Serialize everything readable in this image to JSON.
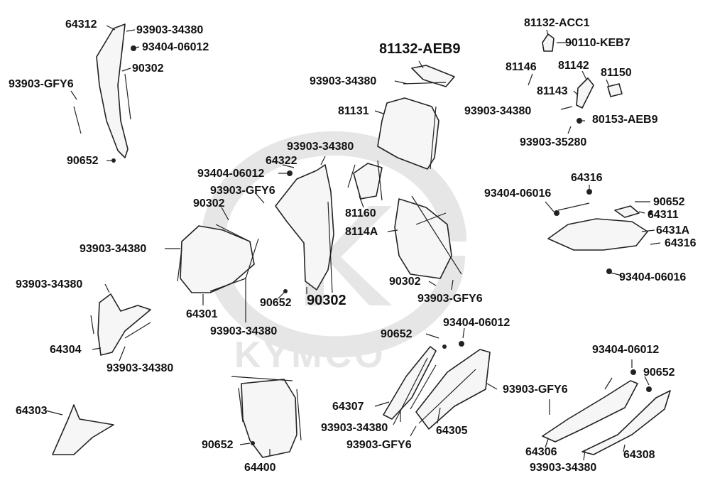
{
  "watermark": {
    "brand": "KYMCO",
    "color": "#e3e3e3"
  },
  "colors": {
    "ink": "#111111",
    "part_fill": "#f6f6f6",
    "line": "#222222"
  },
  "callouts": [
    {
      "id": "c01",
      "text": "64312"
    },
    {
      "id": "c02",
      "text": "93903-34380"
    },
    {
      "id": "c03",
      "text": "93404-06012"
    },
    {
      "id": "c04",
      "text": "90302"
    },
    {
      "id": "c05",
      "text": "93903-GFY6"
    },
    {
      "id": "c06",
      "text": "90652"
    },
    {
      "id": "c07",
      "text": "81132-AEB9"
    },
    {
      "id": "c08",
      "text": "93903-34380"
    },
    {
      "id": "c09",
      "text": "81131"
    },
    {
      "id": "c10",
      "text": "93903-34380"
    },
    {
      "id": "c11",
      "text": "64322"
    },
    {
      "id": "c12",
      "text": "93404-06012"
    },
    {
      "id": "c13",
      "text": "93903-GFY6"
    },
    {
      "id": "c14",
      "text": "90302"
    },
    {
      "id": "c15",
      "text": "93903-34380"
    },
    {
      "id": "c16",
      "text": "81160"
    },
    {
      "id": "c17",
      "text": "8114A"
    },
    {
      "id": "c18",
      "text": "90302"
    },
    {
      "id": "c19",
      "text": "93903-GFY6"
    },
    {
      "id": "c20",
      "text": "90652"
    },
    {
      "id": "c21",
      "text": "90302"
    },
    {
      "id": "c22",
      "text": "64301"
    },
    {
      "id": "c23",
      "text": "93903-34380"
    },
    {
      "id": "c24",
      "text": "93903-34380"
    },
    {
      "id": "c25",
      "text": "64304"
    },
    {
      "id": "c26",
      "text": "93903-34380"
    },
    {
      "id": "c27",
      "text": "64303"
    },
    {
      "id": "c28",
      "text": "90652"
    },
    {
      "id": "c29",
      "text": "64400"
    },
    {
      "id": "c30",
      "text": "90652"
    },
    {
      "id": "c31",
      "text": "93404-06012"
    },
    {
      "id": "c32",
      "text": "64307"
    },
    {
      "id": "c33",
      "text": "93903-34380"
    },
    {
      "id": "c34",
      "text": "93903-GFY6"
    },
    {
      "id": "c35",
      "text": "64305"
    },
    {
      "id": "c36",
      "text": "93903-GFY6"
    },
    {
      "id": "c37",
      "text": "81132-ACC1"
    },
    {
      "id": "c38",
      "text": "90110-KEB7"
    },
    {
      "id": "c39",
      "text": "81146"
    },
    {
      "id": "c40",
      "text": "81142"
    },
    {
      "id": "c41",
      "text": "81150"
    },
    {
      "id": "c42",
      "text": "81143"
    },
    {
      "id": "c43",
      "text": "93903-34380"
    },
    {
      "id": "c44",
      "text": "80153-AEB9"
    },
    {
      "id": "c45",
      "text": "93903-35280"
    },
    {
      "id": "c46",
      "text": "64316"
    },
    {
      "id": "c47",
      "text": "93404-06016"
    },
    {
      "id": "c48",
      "text": "90652"
    },
    {
      "id": "c49",
      "text": "64311"
    },
    {
      "id": "c50",
      "text": "6431A"
    },
    {
      "id": "c51",
      "text": "64316"
    },
    {
      "id": "c52",
      "text": "93404-06016"
    },
    {
      "id": "c53",
      "text": "93404-06012"
    },
    {
      "id": "c54",
      "text": "90652"
    },
    {
      "id": "c55",
      "text": "64306"
    },
    {
      "id": "c56",
      "text": "64308"
    },
    {
      "id": "c57",
      "text": "93903-34380"
    }
  ]
}
